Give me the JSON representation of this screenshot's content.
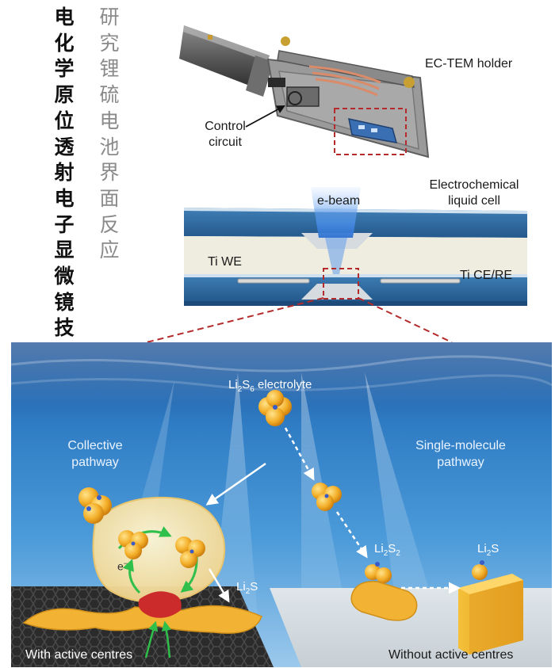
{
  "title": "电化学原位透射电子显微镜技术",
  "subtitle": "研究锂硫电池界面反应",
  "labels": {
    "holder": "EC-TEM holder",
    "control_circuit_1": "Control",
    "control_circuit_2": "circuit",
    "liquid_cell_1": "Electrochemical",
    "liquid_cell_2": "liquid cell",
    "ebeam": "e-beam",
    "we": "Ti WE",
    "ce": "Ti CE/RE",
    "electrolyte_pre": "Li",
    "electrolyte_sub1": "2",
    "electrolyte_mid": "S",
    "electrolyte_sub2": "6",
    "electrolyte_post": " electrolyte",
    "collective_1": "Collective",
    "collective_2": "pathway",
    "single_1": "Single-molecule",
    "single_2": "pathway",
    "li2s2_pre": "Li",
    "li2s2_sub1": "2",
    "li2s2_mid": "S",
    "li2s2_sub2": "2",
    "li2s_right_pre": "Li",
    "li2s_right_sub": "2",
    "li2s_right_post": "S",
    "li2s_left_pre": "Li",
    "li2s_left_sub": "2",
    "li2s_left_post": "S",
    "electron": "e",
    "electron_sup": "−",
    "with_centres": "With active centres",
    "without_centres": "Without active centres"
  },
  "colors": {
    "water_top": "#1f5fa8",
    "water_bottom": "#5aa7e0",
    "cell_blue": "#2f6ea5",
    "lithium_sulfur": "#f2b233",
    "active_centre": "#cc2b2b",
    "callout_red": "#b52a2a"
  }
}
